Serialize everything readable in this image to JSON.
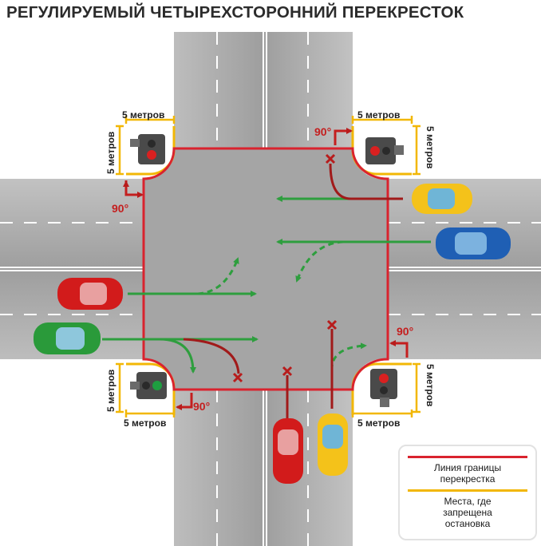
{
  "title": "РЕГУЛИРУЕМЫЙ ЧЕТЫРЕХСТОРОННИЙ ПЕРЕКРЕСТОК",
  "labels": {
    "distance": "5 метров",
    "angle": "90°"
  },
  "legend": {
    "boundary": "Линия границы перекрестка",
    "no_stop": "Места, где запрещена остановка"
  },
  "colors": {
    "road": "#a6a6a6",
    "boundary": "#d9232e",
    "no_stop_zone": "#f2b705",
    "allowed_path": "#2e9e3e",
    "forbidden_path": "#a11a1a",
    "label_red": "#c41f1f",
    "label_orange": "#d28a00"
  },
  "icons": [
    "traffic-light-icon",
    "car-icon",
    "forbidden-cross-icon"
  ]
}
